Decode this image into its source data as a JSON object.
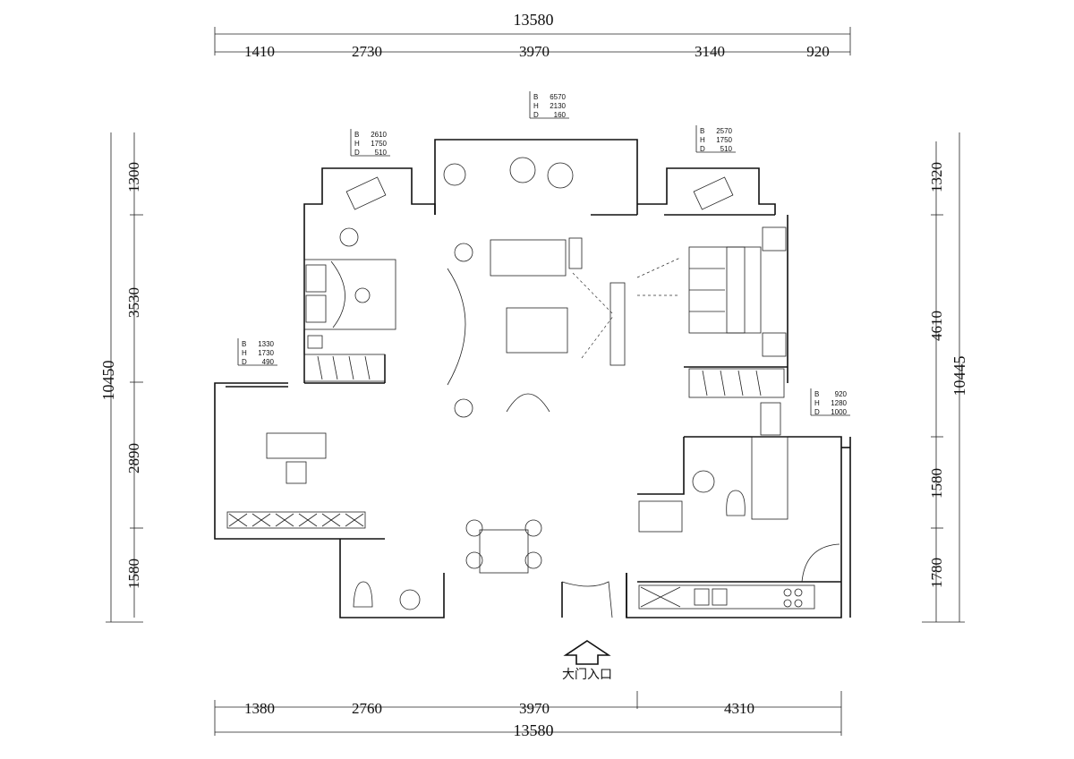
{
  "dimensions": {
    "top_total": "13580",
    "top_segments": [
      "1410",
      "2730",
      "3970",
      "3140",
      "920"
    ],
    "bottom_total": "13580",
    "bottom_segments": [
      "1380",
      "2760",
      "3970",
      "4310"
    ],
    "left_total": "10450",
    "left_segments": [
      "1300",
      "3530",
      "2890",
      "1580"
    ],
    "right_total": "10445",
    "right_segments": [
      "1320",
      "4610",
      "1580",
      "1780"
    ]
  },
  "window_tags": [
    {
      "b": "6570",
      "h": "2130",
      "d": "160"
    },
    {
      "b": "2610",
      "h": "1750",
      "d": "510"
    },
    {
      "b": "2570",
      "h": "1750",
      "d": "510"
    },
    {
      "b": "1330",
      "h": "1730",
      "d": "490"
    },
    {
      "b": "920",
      "h": "1280",
      "d": "1000"
    }
  ],
  "tag_letters": [
    "B",
    "H",
    "D"
  ],
  "entrance_label": "大门入口"
}
